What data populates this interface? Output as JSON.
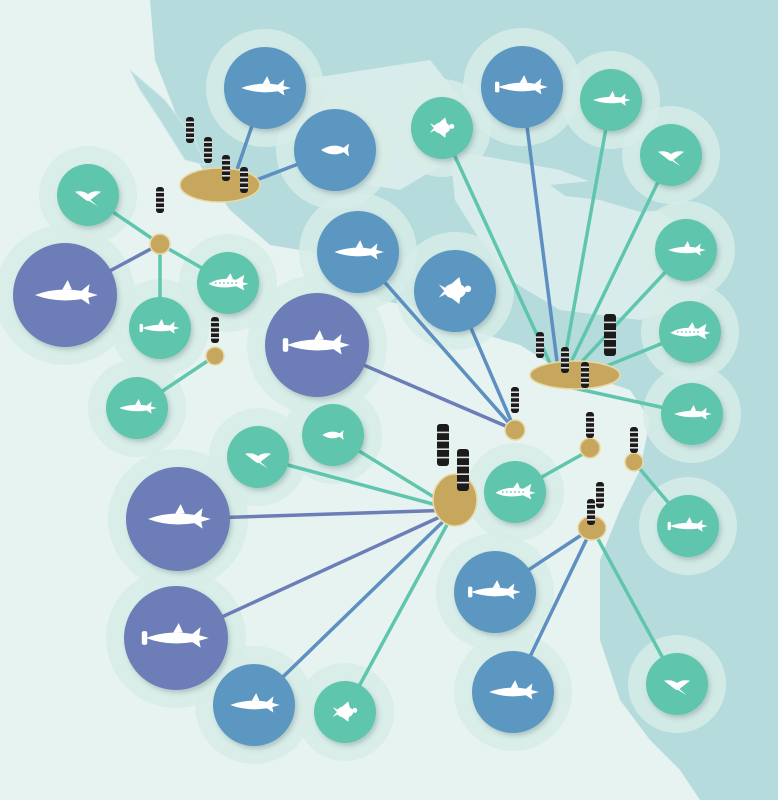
{
  "colors": {
    "land": "#b6dbdc",
    "land_stroke": "#cfe9ea",
    "ocean": "#e6f3f1",
    "halo": "#d7ece7",
    "dark_blue": "#6c7db7",
    "mid_blue": "#5c97c2",
    "teal": "#5fc6ad",
    "island": "#c7a75e",
    "tag": "#1b1b1b",
    "line_teal": "#5fc6ad",
    "line_blue": "#5d8fc0",
    "line_purple": "#6c7db7"
  },
  "sites": [
    {
      "id": "gulf-of-california",
      "tags": 4
    },
    {
      "id": "revillagigedo",
      "tags": 1
    },
    {
      "id": "clipperton",
      "tags": 1
    },
    {
      "id": "cocos",
      "tags": 1
    },
    {
      "id": "galapagos",
      "tags": 2
    },
    {
      "id": "coiba",
      "tags": 4
    },
    {
      "id": "malpelo",
      "tags": 1
    },
    {
      "id": "gorgona",
      "tags": 1
    },
    {
      "id": "ecuador-coast",
      "tags": 2
    }
  ],
  "species": [
    {
      "icon": "shark-icon",
      "color": "mid_blue",
      "site": "gulf-of-california"
    },
    {
      "icon": "tuna-icon",
      "color": "mid_blue",
      "site": "gulf-of-california"
    },
    {
      "icon": "manta-ray-icon",
      "color": "teal",
      "site": "revillagigedo"
    },
    {
      "icon": "shark-icon",
      "color": "dark_blue",
      "site": "revillagigedo"
    },
    {
      "icon": "hammerhead-shark-icon",
      "color": "teal",
      "site": "revillagigedo"
    },
    {
      "icon": "whale-shark-icon",
      "color": "teal",
      "site": "revillagigedo"
    },
    {
      "icon": "shark-icon",
      "color": "teal",
      "site": "clipperton"
    },
    {
      "icon": "shark-icon",
      "color": "mid_blue",
      "site": "cocos"
    },
    {
      "icon": "sea-turtle-icon",
      "color": "mid_blue",
      "site": "cocos"
    },
    {
      "icon": "hammerhead-shark-icon",
      "color": "dark_blue",
      "site": "cocos"
    },
    {
      "icon": "turtle-icon",
      "color": "teal",
      "site": "coiba"
    },
    {
      "icon": "hammerhead-shark-icon",
      "color": "mid_blue",
      "site": "coiba"
    },
    {
      "icon": "shark-icon",
      "color": "teal",
      "site": "coiba"
    },
    {
      "icon": "manta-ray-icon",
      "color": "teal",
      "site": "coiba"
    },
    {
      "icon": "shark-icon",
      "color": "teal",
      "site": "coiba"
    },
    {
      "icon": "whale-shark-icon",
      "color": "teal",
      "site": "coiba"
    },
    {
      "icon": "shark-icon",
      "color": "teal",
      "site": "coiba"
    },
    {
      "icon": "tuna-icon",
      "color": "teal",
      "site": "galapagos"
    },
    {
      "icon": "manta-ray-icon",
      "color": "teal",
      "site": "galapagos"
    },
    {
      "icon": "shark-icon",
      "color": "dark_blue",
      "site": "galapagos"
    },
    {
      "icon": "hammerhead-shark-icon",
      "color": "dark_blue",
      "site": "galapagos"
    },
    {
      "icon": "shark-icon",
      "color": "mid_blue",
      "site": "galapagos"
    },
    {
      "icon": "sea-turtle-icon",
      "color": "teal",
      "site": "galapagos"
    },
    {
      "icon": "whale-shark-icon",
      "color": "teal",
      "site": "malpelo"
    },
    {
      "icon": "hammerhead-shark-icon",
      "color": "teal",
      "site": "gorgona"
    },
    {
      "icon": "hammerhead-shark-icon",
      "color": "mid_blue",
      "site": "ecuador-coast"
    },
    {
      "icon": "shark-icon",
      "color": "mid_blue",
      "site": "ecuador-coast"
    },
    {
      "icon": "manta-ray-icon",
      "color": "teal",
      "site": "ecuador-coast"
    }
  ]
}
